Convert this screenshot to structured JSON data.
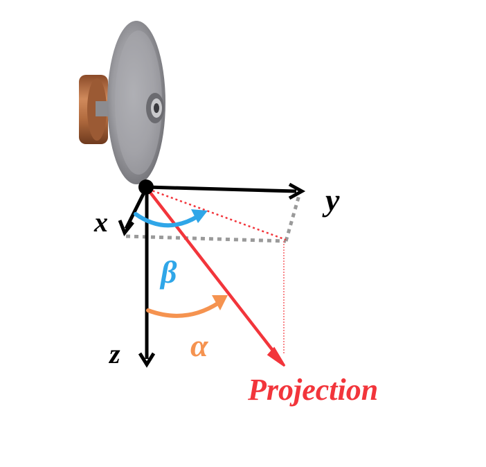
{
  "labels": {
    "x": "x",
    "y": "y",
    "z": "z",
    "beta": "β",
    "alpha": "α",
    "projection": "Projection"
  },
  "colors": {
    "axis": "#000000",
    "projection": "#f2353b",
    "beta": "#2fa6e8",
    "alpha": "#f59350",
    "construction": "#9a9a9a",
    "wheel_tire": "#9a9a9f",
    "hub_copper": "#b06a3e"
  },
  "icons": {
    "wheel": "wheel-photo-icon",
    "origin": "origin-dot-icon"
  }
}
